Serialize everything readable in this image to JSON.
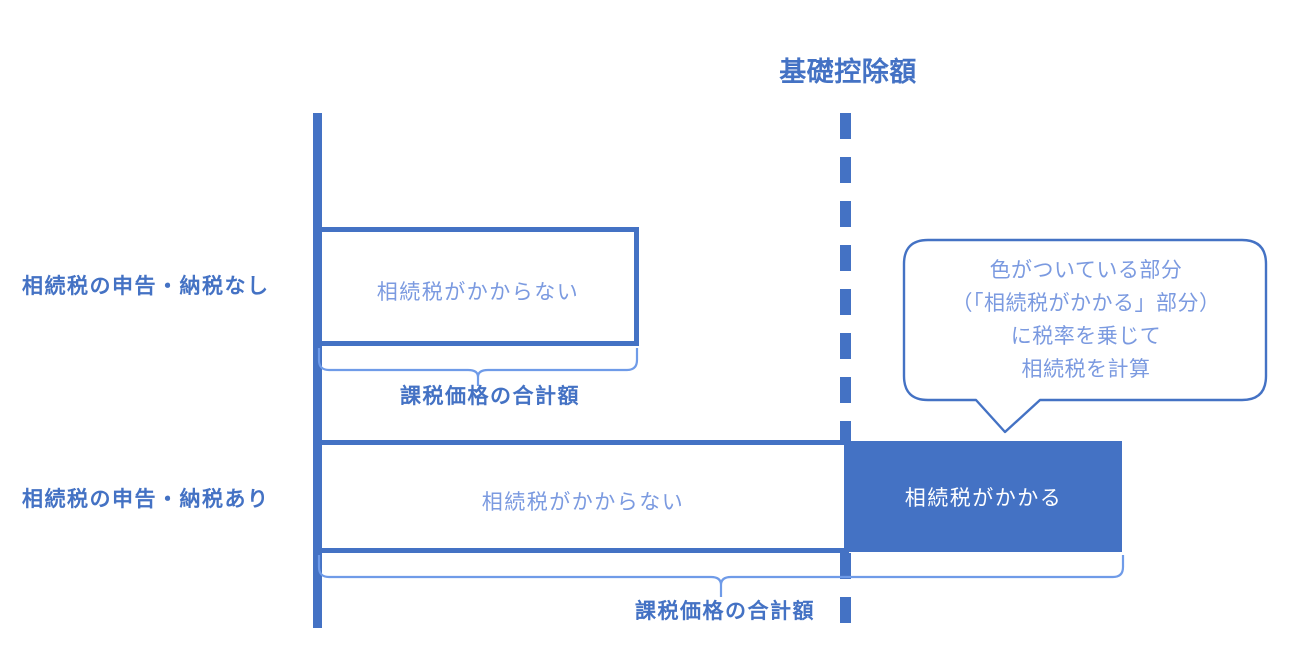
{
  "diagram": {
    "title_threshold": "基礎控除額",
    "axis": {
      "name": "vertical-axis"
    },
    "rows": [
      {
        "id": "no-filing",
        "label": "相続税の申告・納税なし",
        "segments": [
          {
            "id": "untaxed",
            "text": "相続税がかからない",
            "filled": false
          }
        ],
        "brace_label": "課税価格の合計額"
      },
      {
        "id": "with-filing",
        "label": "相続税の申告・納税あり",
        "segments": [
          {
            "id": "untaxed",
            "text": "相続税がかからない",
            "filled": false
          },
          {
            "id": "taxed",
            "text": "相続税がかかる",
            "filled": true
          }
        ],
        "brace_label": "課税価格の合計額"
      }
    ],
    "callout": {
      "lines": [
        "色がついている部分",
        "（「相続税がかかる」部分）",
        "に税率を乗じて",
        "相続税を計算"
      ]
    },
    "colors": {
      "accent": "#4472c4",
      "text_light": "#7b9ae0",
      "brace": "#6f9be8",
      "fill": "#4472c4",
      "background": "#ffffff"
    }
  }
}
